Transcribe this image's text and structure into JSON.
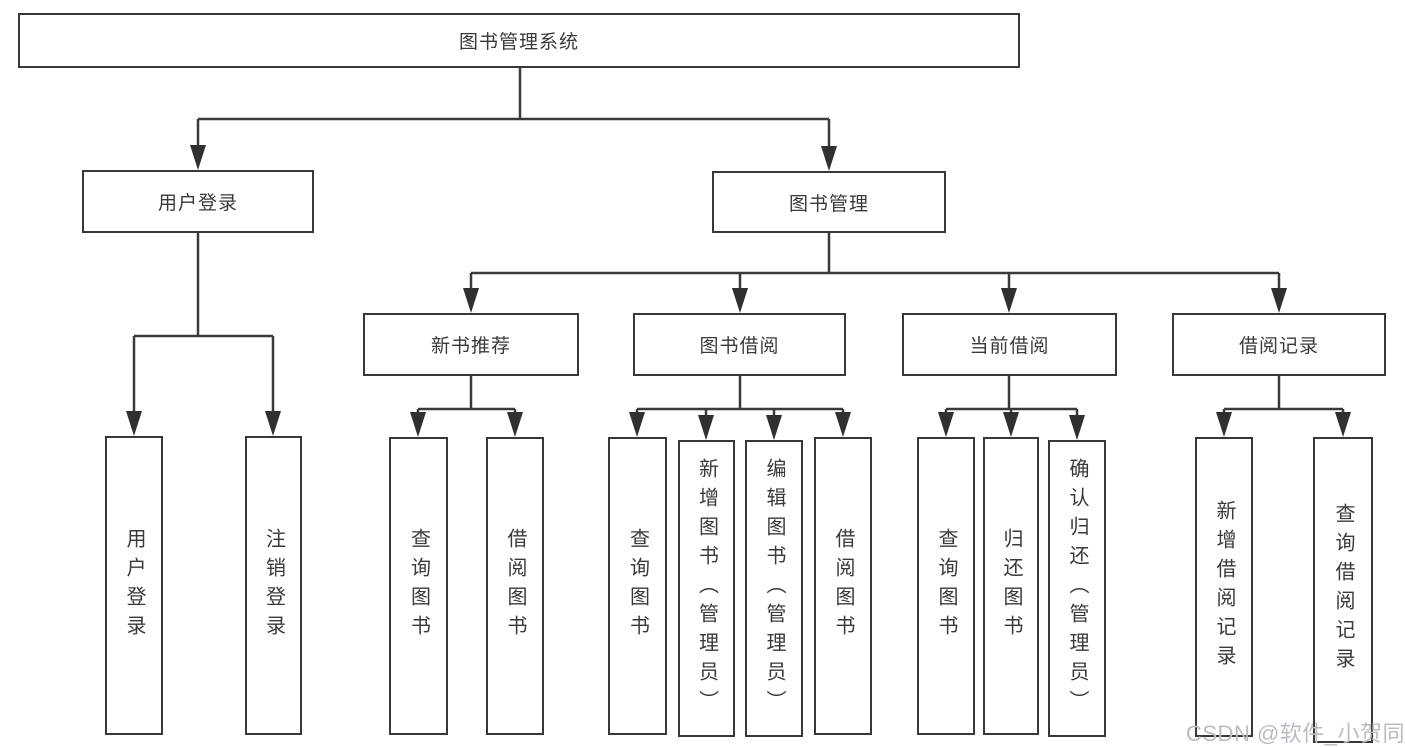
{
  "colors": {
    "line": "#3a3a3a",
    "box_border": "#383838",
    "text": "#3a3a3a",
    "watermark_text": "#b9bdc3",
    "background": "#ffffff"
  },
  "diagram": {
    "type": "hierarchy-tree",
    "root": {
      "label": "图书管理系统"
    },
    "branches": [
      {
        "label": "用户登录",
        "children": [
          {
            "label": "用户登录"
          },
          {
            "label": "注销登录"
          }
        ]
      },
      {
        "label": "图书管理",
        "children": [
          {
            "label": "新书推荐",
            "children": [
              {
                "label": "查询图书"
              },
              {
                "label": "借阅图书"
              }
            ]
          },
          {
            "label": "图书借阅",
            "children": [
              {
                "label": "查询图书"
              },
              {
                "label": "新增图书（管理员）"
              },
              {
                "label": "编辑图书（管理员）"
              },
              {
                "label": "借阅图书"
              }
            ]
          },
          {
            "label": "当前借阅",
            "children": [
              {
                "label": "查询图书"
              },
              {
                "label": "归还图书"
              },
              {
                "label": "确认归还（管理员）"
              }
            ]
          },
          {
            "label": "借阅记录",
            "children": [
              {
                "label": "新增借阅记录"
              },
              {
                "label": "查询借阅记录"
              }
            ]
          }
        ]
      }
    ]
  },
  "watermark": {
    "text": "CSDN @软件_小贺同学"
  }
}
